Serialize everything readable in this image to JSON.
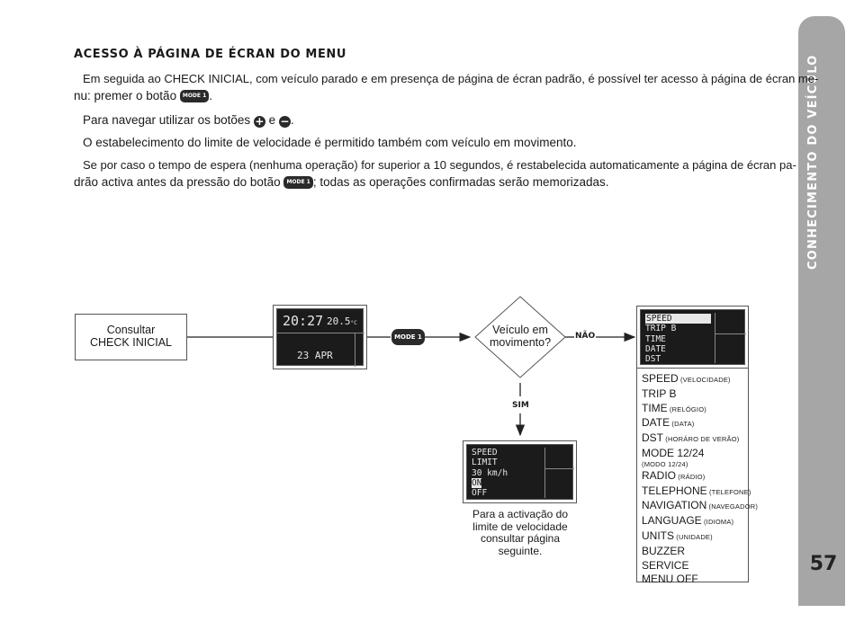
{
  "side": {
    "title": "CONHECIMENTO DO VEÍCULO",
    "page_number": "57"
  },
  "heading": "ACESSO À PÁGINA DE ÉCRAN DO MENU",
  "paragraphs": {
    "p1a": "Em seguida ao CHECK INICIAL, com veículo parado e em presença de página de écran padrão, é possível ter acesso à página de écran me-",
    "p1b": "nu: premer o botão",
    "p1c": ".",
    "p2a": "Para navegar utilizar os botões",
    "p2b": "e",
    "p2c": ".",
    "p3": "O estabelecimento do limite de velocidade é permitido também com veículo em movimento.",
    "p4a": "Se por caso o tempo de espera (nenhuma operação) for superior a 10 segundos, é restabelecida automaticamente a página de écran pa-",
    "p4b": "drão activa antes da pressão do botão",
    "p4c": "; todas as operações confirmadas serão memorizadas."
  },
  "buttons": {
    "mode": "MODE 1",
    "plus": "+",
    "minus": "−"
  },
  "diagram": {
    "consult_line1": "Consultar",
    "consult_line2": "CHECK INICIAL",
    "default_screen": {
      "time": "20:27",
      "temp": "20.5",
      "temp_unit": "°C",
      "date": "23 APR"
    },
    "decision_line1": "Veículo em",
    "decision_line2": "movimento?",
    "no_label": "NÃO",
    "yes_label": "SIM",
    "menu_screen": [
      "SPEED",
      "TRIP B",
      "TIME",
      "DATE",
      "DST"
    ],
    "speed_screen": [
      "SPEED",
      "LIMIT",
      "30 km/h",
      "ON",
      "OFF"
    ],
    "speed_caption": [
      "Para a activação do",
      "limite de velocidade",
      "consultar página",
      "seguinte."
    ],
    "menu_items": [
      {
        "main": "SPEED",
        "sub": "(VELOCIDADE)"
      },
      {
        "main": "TRIP B",
        "sub": ""
      },
      {
        "main": "TIME",
        "sub": "(RELÓGIO)"
      },
      {
        "main": "DATE",
        "sub": "(DATA)"
      },
      {
        "main": "DST",
        "sub": "(HORÁRO DE VERÃO)"
      },
      {
        "main": "MODE 12/24",
        "sub": ""
      },
      {
        "main": "",
        "sub": "(MODO 12/24)"
      },
      {
        "main": "RADIO",
        "sub": "(RÁDIO)"
      },
      {
        "main": "TELEPHONE",
        "sub": "(TELEFONE)"
      },
      {
        "main": "NAVIGATION",
        "sub": "(NAVEGADOR)"
      },
      {
        "main": "LANGUAGE",
        "sub": "(IDIOMA)"
      },
      {
        "main": "UNITS",
        "sub": "(UNIDADE)"
      },
      {
        "main": "BUZZER",
        "sub": ""
      },
      {
        "main": "SERVICE",
        "sub": ""
      },
      {
        "main": "MENU OFF",
        "sub": ""
      }
    ]
  }
}
